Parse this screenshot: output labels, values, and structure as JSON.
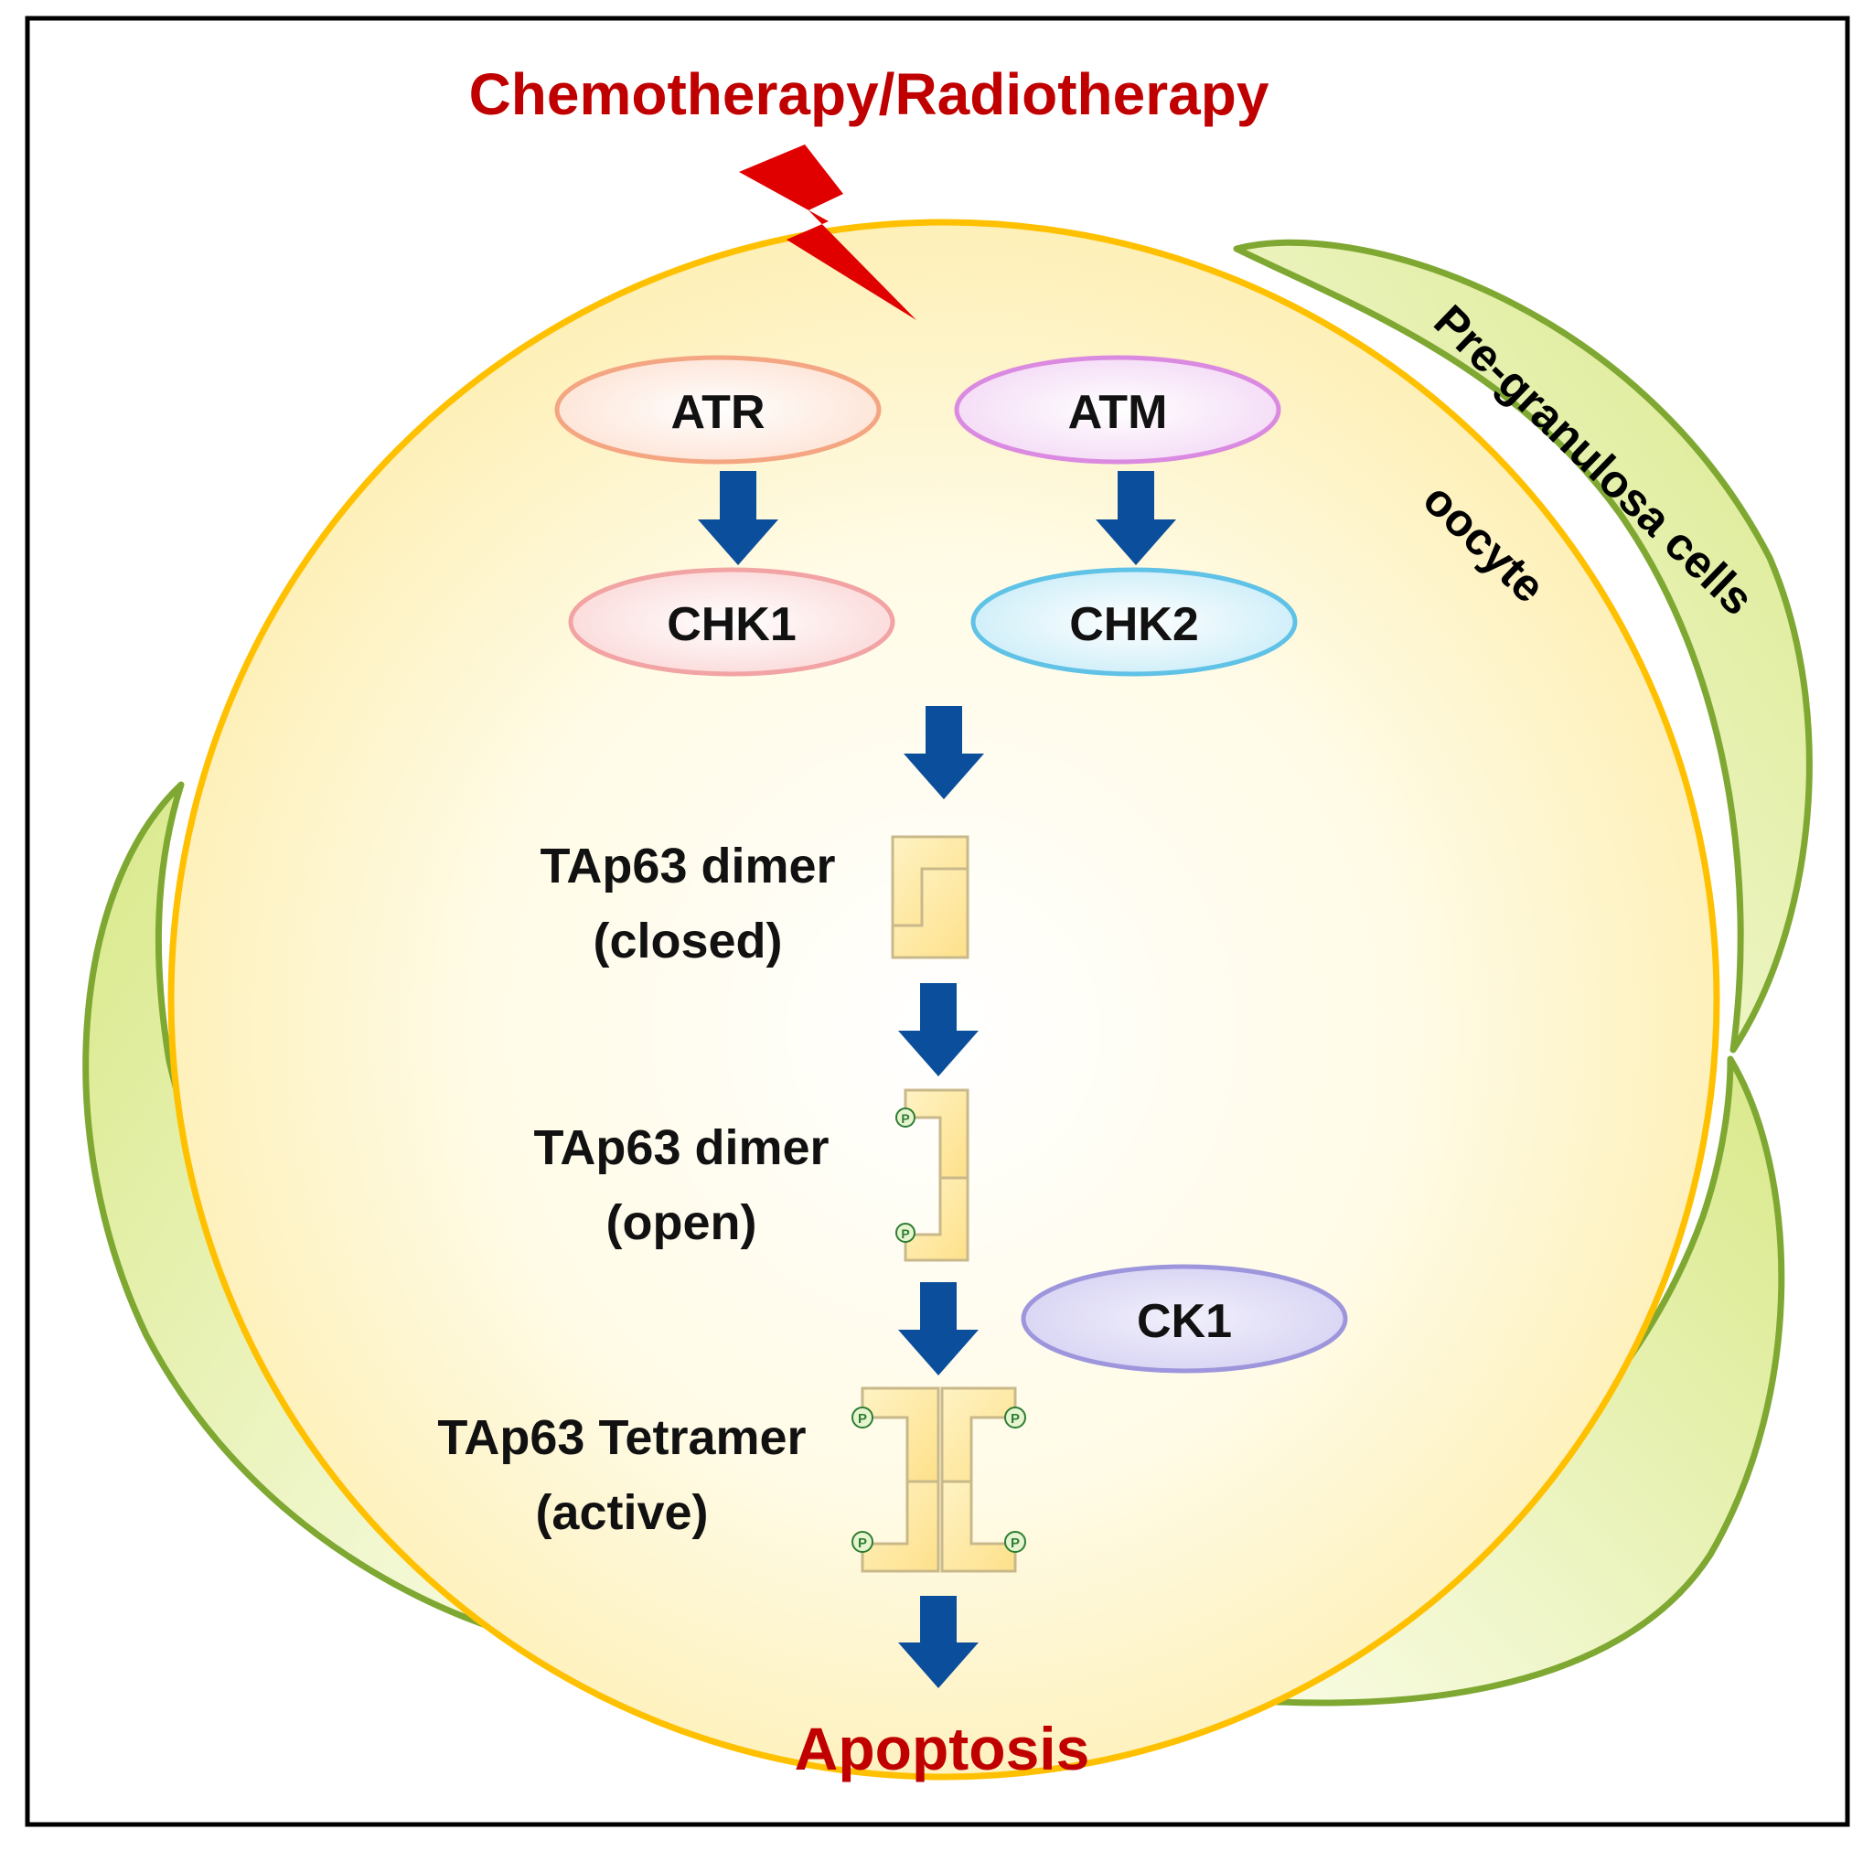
{
  "title": "Chemotherapy/Radiotherapy",
  "outcome": "Apoptosis",
  "labels": {
    "pregranulosa": "Pre-granulosa cells",
    "oocyte": "oocyte"
  },
  "nodes": {
    "atr": "ATR",
    "atm": "ATM",
    "chk1": "CHK1",
    "chk2": "CHK2",
    "ck1": "CK1"
  },
  "stages": {
    "closed": {
      "line1": "TAp63 dimer",
      "line2": "(closed)"
    },
    "open": {
      "line1": "TAp63 dimer",
      "line2": "(open)"
    },
    "tetramer": {
      "line1": "TAp63 Tetramer",
      "line2": "(active)"
    }
  },
  "phospho_mark": "P",
  "colors": {
    "title_red": "#c00000",
    "bolt_red": "#e00000",
    "arrow_blue": "#0b4f9c",
    "cell_border": "#ffc000",
    "cell_green": "#7fa832",
    "atr": "#f4a582",
    "atm": "#da8ae0",
    "chk1": "#f2a3a3",
    "chk2": "#5fc2e6",
    "ck1": "#9e96dc"
  }
}
